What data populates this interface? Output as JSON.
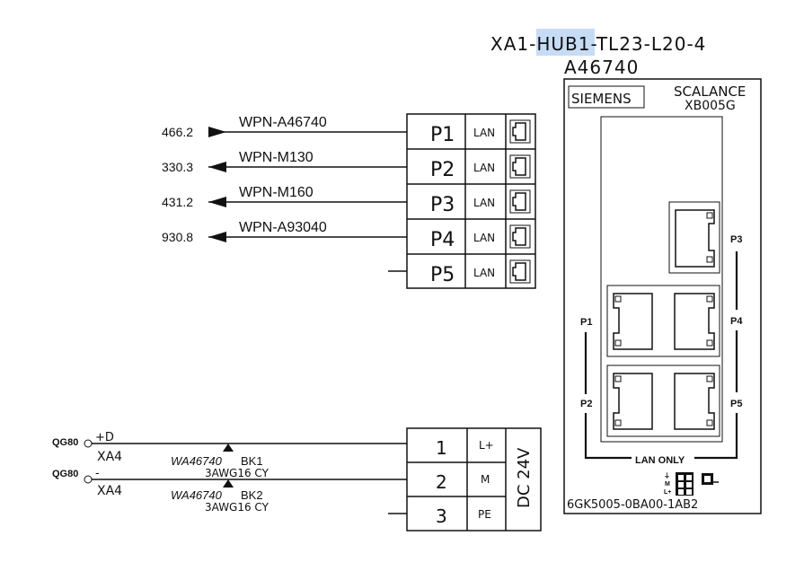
{
  "device": {
    "tag_prefix": "XA1-",
    "tag_highlight": "HUB1-",
    "tag_suffix": "TL23-L20-4",
    "subtag": "A46740",
    "brand": "SIEMENS",
    "model_line1": "SCALANCE",
    "model_line2": "XB005G",
    "part_number": "6GK5005-0BA00-1AB2",
    "lan_only": "LAN ONLY",
    "port_labels": [
      "P3",
      "P4",
      "P1",
      "P2",
      "P5"
    ],
    "pwr_labels": [
      "L+",
      "M",
      "⏚"
    ]
  },
  "ports": [
    {
      "length": "466.2",
      "cable": "WPN-A46740",
      "port": "P1",
      "type": "LAN",
      "direction": "in"
    },
    {
      "length": "330.3",
      "cable": "WPN-M130",
      "port": "P2",
      "type": "LAN",
      "direction": "out"
    },
    {
      "length": "431.2",
      "cable": "WPN-M160",
      "port": "P3",
      "type": "LAN",
      "direction": "out"
    },
    {
      "length": "930.8",
      "cable": "WPN-A93040",
      "port": "P4",
      "type": "LAN",
      "direction": "out"
    },
    {
      "length": "",
      "cable": "",
      "port": "P5",
      "type": "LAN",
      "direction": "none"
    }
  ],
  "power": {
    "block_label": "DC 24V",
    "terminals": [
      {
        "num": "1",
        "name": "L+"
      },
      {
        "num": "2",
        "name": "M"
      },
      {
        "num": "3",
        "name": "PE"
      }
    ],
    "sources": [
      {
        "ref": "QG80",
        "signal": "+D",
        "connector": "XA4",
        "wire": "WA46740",
        "color": "BK1",
        "gauge": "3AWG16 CY"
      },
      {
        "ref": "QG80",
        "signal": "-",
        "connector": "XA4",
        "wire": "WA46740",
        "color": "BK2",
        "gauge": "3AWG16 CY"
      }
    ]
  },
  "colors": {
    "line": "#111111",
    "highlight": "#c5dcf4"
  }
}
